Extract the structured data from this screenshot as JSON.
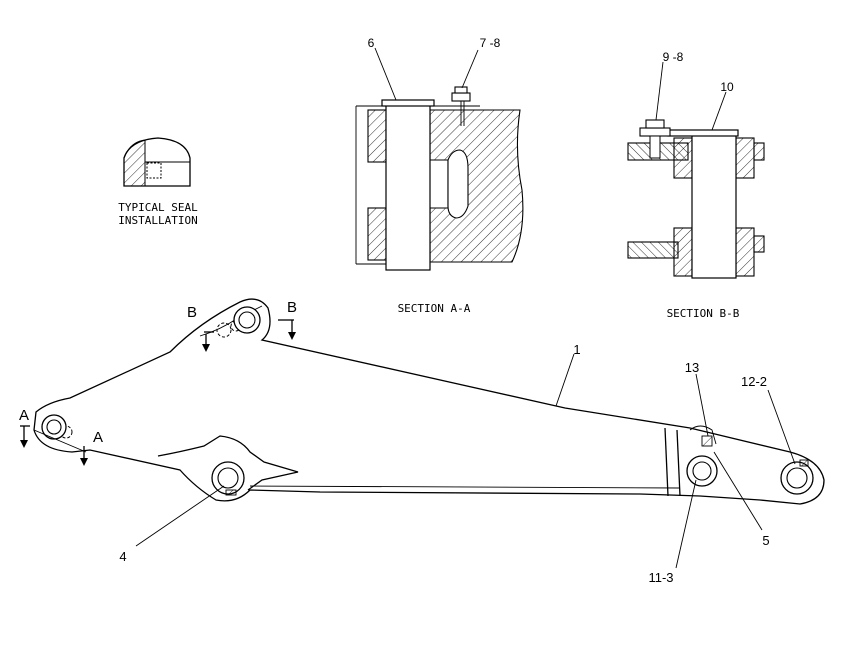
{
  "drawing": {
    "typical_seal_line1": "TYPICAL SEAL",
    "typical_seal_line2": "INSTALLATION",
    "section_aa": "SECTION A-A",
    "section_bb": "SECTION B-B",
    "section_marker_a": "A",
    "section_marker_b": "B"
  },
  "callouts": {
    "c1": "1",
    "c4": "4",
    "c5": "5",
    "c6": "6",
    "c7_8": "7 -8",
    "c9_8": "9 -8",
    "c10": "10",
    "c11_3": "11-3",
    "c12_2": "12-2",
    "c13": "13"
  },
  "colors": {
    "line": "#000000",
    "background": "#ffffff"
  }
}
